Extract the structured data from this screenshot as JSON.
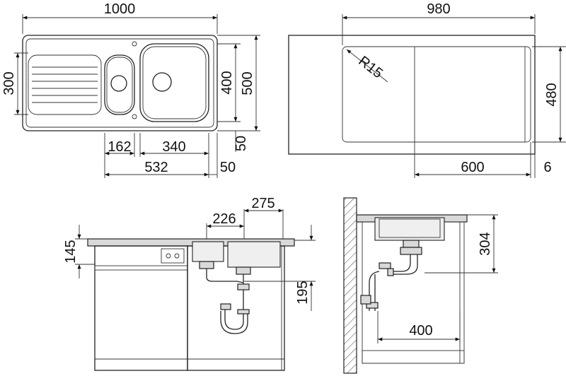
{
  "top_left_view": {
    "overall_width": "1000",
    "height_left": "300",
    "bowl_height": "400",
    "overall_depth": "500",
    "edge_depth": "50",
    "small_bowl_width": "162",
    "main_bowl_width": "340",
    "bowls_total": "532",
    "edge_right": "50"
  },
  "top_right_view": {
    "cutout_width": "980",
    "cutout_depth": "480",
    "radius": "R15",
    "bowl_offset": "600",
    "edge_offset": "6"
  },
  "front_view": {
    "worktop_depth": "145",
    "drain_spacing": "226",
    "bowl_center": "275",
    "drain_height": "195"
  },
  "side_view": {
    "bowl_depth": "304",
    "wall_distance": "400"
  }
}
